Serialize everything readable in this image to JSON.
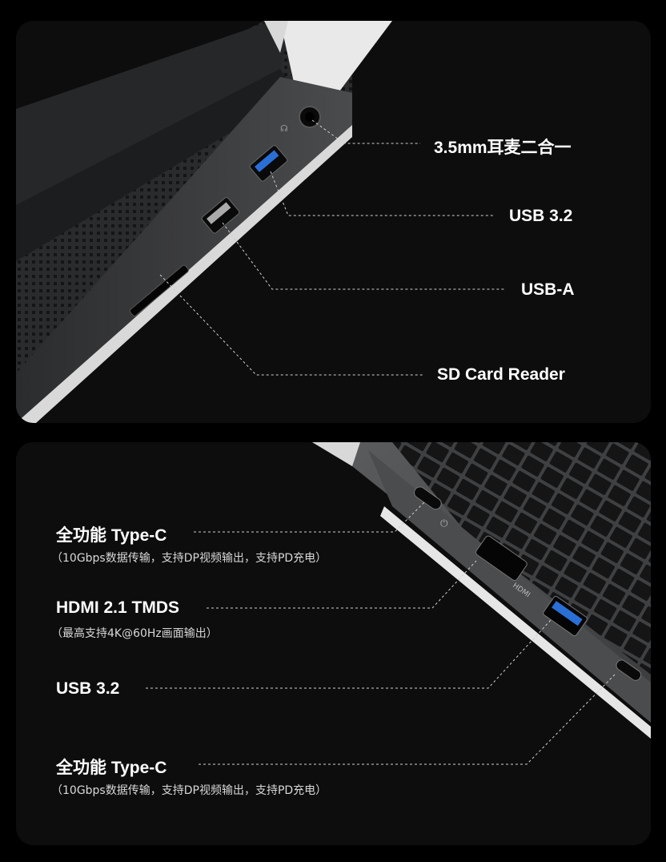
{
  "top_panel": {
    "labels": [
      {
        "id": "audio",
        "text": "3.5mm耳麦二合一"
      },
      {
        "id": "usb32",
        "text": "USB 3.2"
      },
      {
        "id": "usba",
        "text": "USB-A"
      },
      {
        "id": "sd",
        "text": "SD Card Reader"
      }
    ]
  },
  "bottom_panel": {
    "labels": [
      {
        "id": "typec1",
        "text": "全功能 Type-C",
        "sub": "（10Gbps数据传输，支持DP视频输出，支持PD充电）"
      },
      {
        "id": "hdmi",
        "text": "HDMI 2.1 TMDS",
        "sub": "（最高支持4K@60Hz画面输出）"
      },
      {
        "id": "usb32b",
        "text": "USB 3.2",
        "sub": ""
      },
      {
        "id": "typec2",
        "text": "全功能 Type-C",
        "sub": "（10Gbps数据传输，支持DP视频输出，支持PD充电）"
      }
    ],
    "hdmi_port_text": "HDMI"
  },
  "colors": {
    "usb_blue": "#2a6fd6",
    "background": "#000000",
    "panel": "#121212"
  }
}
